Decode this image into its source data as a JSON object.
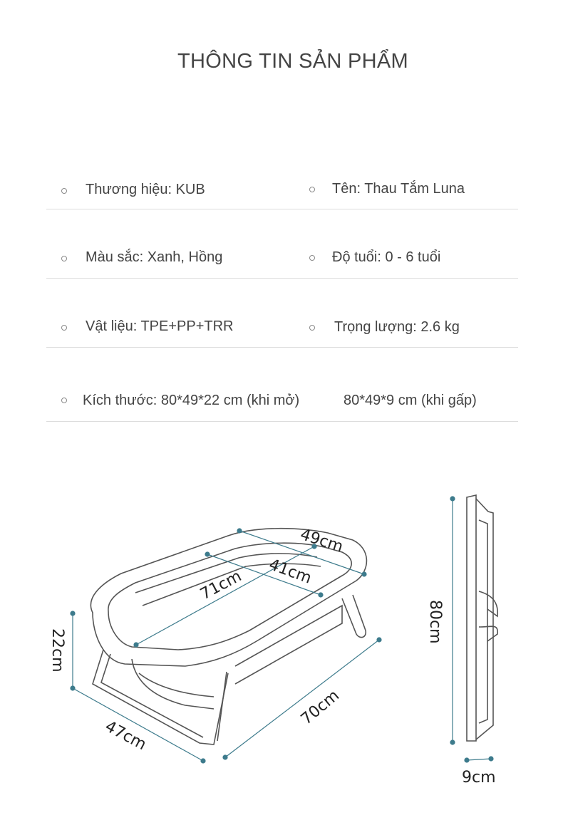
{
  "title": "THÔNG TIN SẢN PHẨM",
  "specs": [
    {
      "left": "Thương hiệu: KUB",
      "right": "Tên: Thau Tắm Luna"
    },
    {
      "left": "Màu sắc: Xanh, Hồng",
      "right": "Độ tuổi: 0 - 6 tuổi"
    },
    {
      "left": "Vật liệu: TPE+PP+TRR",
      "right": "Trọng lượng: 2.6 kg"
    }
  ],
  "size": {
    "open": "Kích thước: 80*49*22 cm (khi mở)",
    "folded": "80*49*9 cm (khi gấp)"
  },
  "dimensions": {
    "width_top": "49cm",
    "width_inner": "41cm",
    "length_inner": "71cm",
    "height": "22cm",
    "width_base": "47cm",
    "length_base": "70cm",
    "folded_length": "80cm",
    "folded_thickness": "9cm"
  },
  "colors": {
    "dimension_line": "#3d7b8c",
    "outline": "#555555"
  }
}
